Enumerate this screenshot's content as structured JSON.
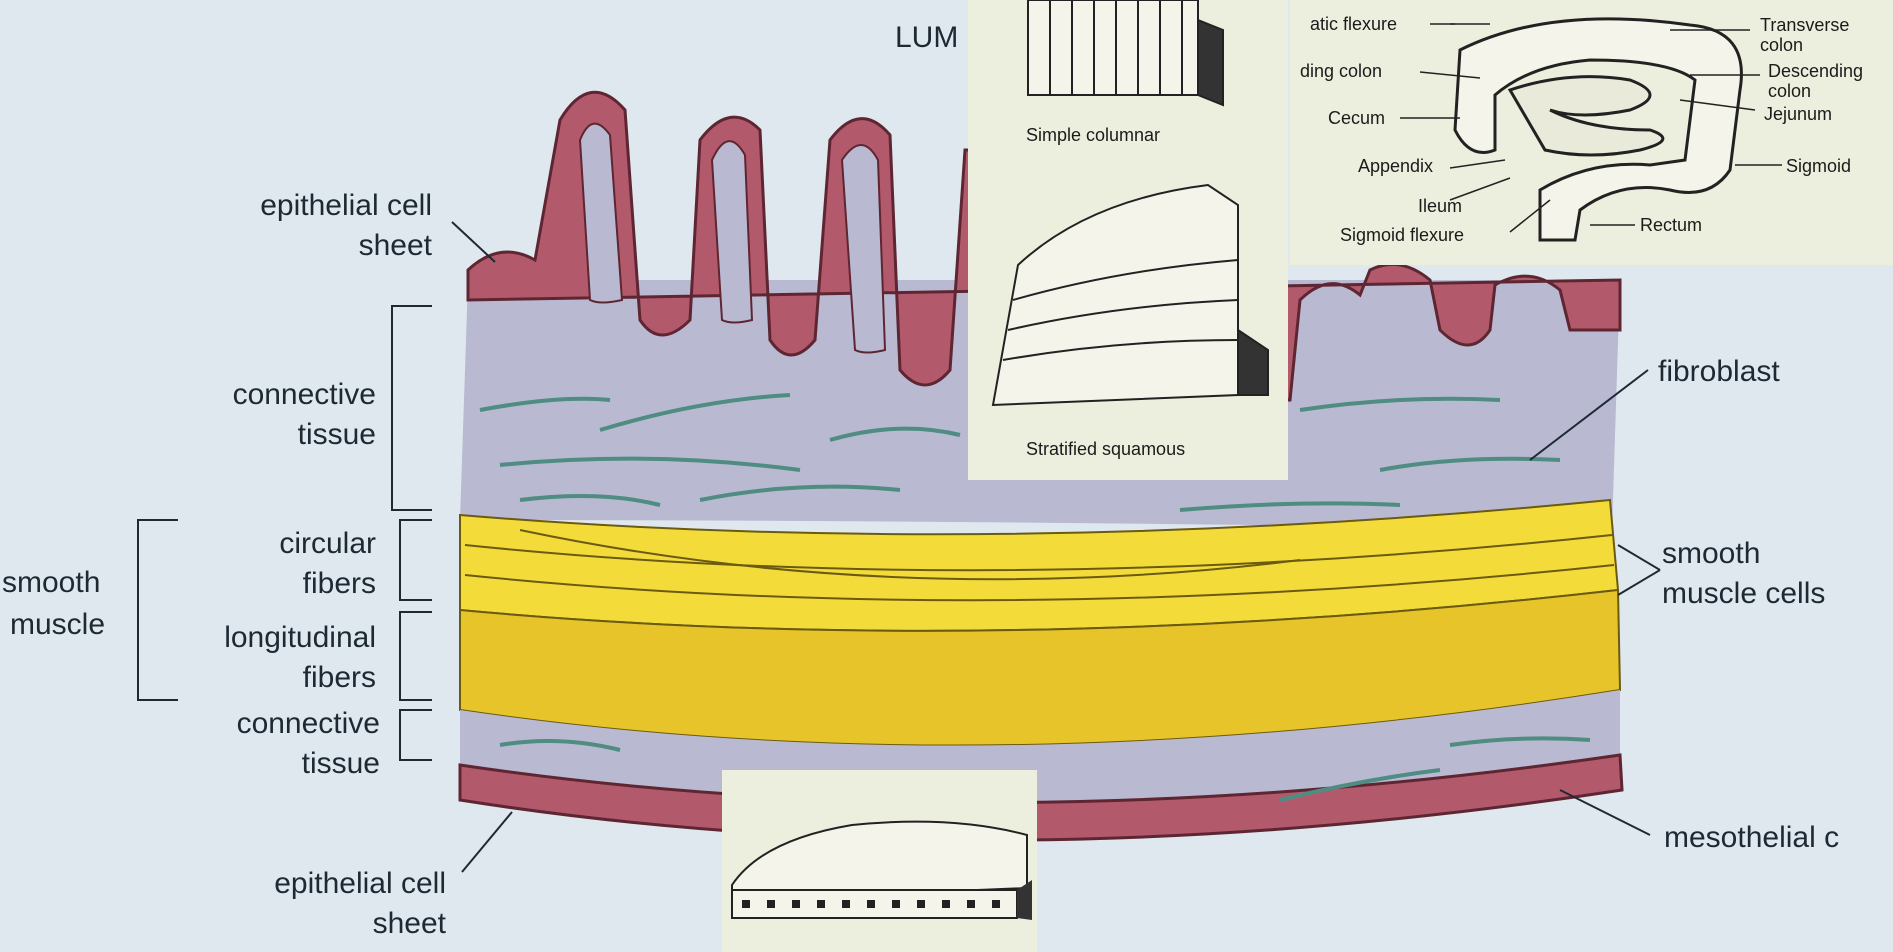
{
  "main": {
    "lumen_label": "LUM",
    "labels": {
      "epithelial_top_1": "epithelial cell",
      "epithelial_top_2": "sheet",
      "connective_1_a": "connective",
      "connective_1_b": "tissue",
      "smooth_a": "smooth",
      "smooth_b": "muscle",
      "circular_a": "circular",
      "circular_b": "fibers",
      "longitudinal_a": "longitudinal",
      "longitudinal_b": "fibers",
      "connective_2_a": "connective",
      "connective_2_b": "tissue",
      "epithelial_bottom_1": "epithelial cell",
      "epithelial_bottom_2": "sheet",
      "fibroblast": "fibroblast",
      "smooth_cells_a": "smooth",
      "smooth_cells_b": "muscle cells",
      "mesothelial": "mesothelial c"
    }
  },
  "inset_epithelium": {
    "simple_columnar": "Simple columnar",
    "stratified_squamous": "Stratified squamous"
  },
  "inset_colon": {
    "atic_flexure": "atic flexure",
    "ding_colon": "ding colon",
    "cecum": "Cecum",
    "appendix": "Appendix",
    "ileum": "Ileum",
    "sigmoid_flexure": "Sigmoid flexure",
    "transverse_a": "Transverse",
    "transverse_b": "colon",
    "descending_a": "Descending",
    "descending_b": "colon",
    "jejunum": "Jejunum",
    "sigmoid": "Sigmoid",
    "rectum": "Rectum"
  },
  "colors": {
    "background": "#dfe8ee",
    "epithelium": "#b25a6c",
    "connective": "#b9b9d2",
    "muscle": "#f3dc3a",
    "fiber": "#4f8c82"
  }
}
